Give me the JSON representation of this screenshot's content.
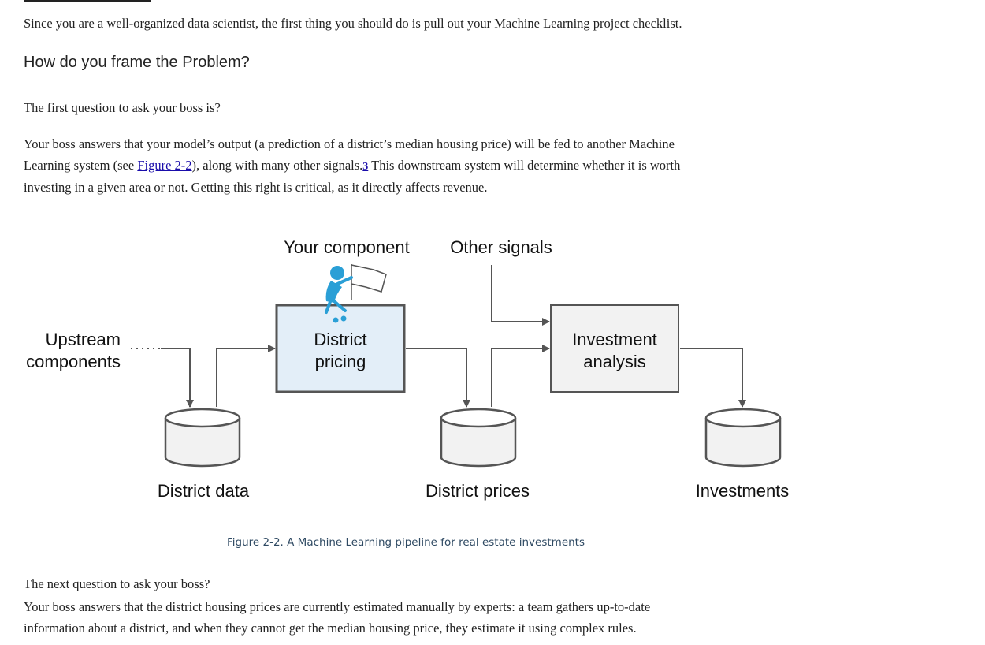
{
  "intro": "Since you are a well-organized data scientist, the first thing you should do is pull out your Machine Learning project checklist.",
  "heading": "How do you frame the Problem?",
  "question1": "The first question to ask your boss is?",
  "answer1": {
    "line1": "Your boss answers that your model’s output (a prediction of a district’s median housing price) will be fed to another Machine",
    "line2_before": "Learning system (see ",
    "figure_link": "Figure 2-2",
    "line2_mid": "), along with many other signals.",
    "footnote": "3",
    "line2_after": " This downstream system will determine whether it is worth",
    "line3": "investing in a given area or not. Getting this right is critical, as it directly affects revenue."
  },
  "diagram": {
    "label_your_component": "Your component",
    "label_other_signals": "Other signals",
    "upstream_line1": "Upstream",
    "upstream_line2": "components",
    "pricing_line1": "District",
    "pricing_line2": "pricing",
    "investment_line1": "Investment",
    "investment_line2": "analysis",
    "store_district_data": "District data",
    "store_district_prices": "District prices",
    "store_investments": "Investments",
    "icon": "figure-with-flag-icon",
    "colors": {
      "pricing_fill": "#e3eef8",
      "box_fill": "#f2f2f2",
      "stroke": "#555555",
      "figure_blue": "#2a9fd6"
    }
  },
  "caption": "Figure 2-2. A Machine Learning pipeline for real estate investments",
  "question2": "The next question to ask your boss?",
  "answer2": {
    "line1": "Your boss answers that the district housing prices are currently estimated manually by experts: a team gathers up-to-date",
    "line2": "information about a district, and when they cannot get the median housing price, they estimate it using complex rules."
  }
}
